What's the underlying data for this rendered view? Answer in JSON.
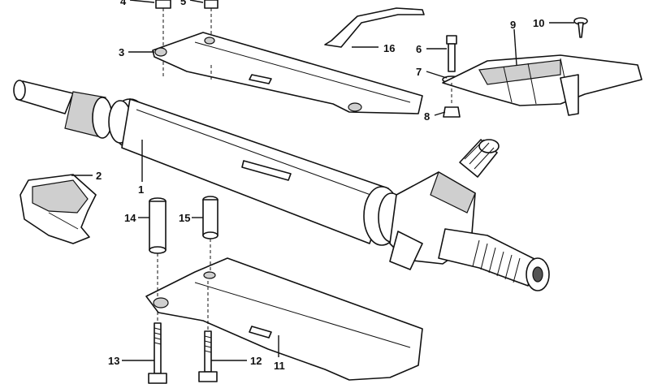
{
  "diagram": {
    "callouts": [
      "1",
      "2",
      "3",
      "4",
      "5",
      "6",
      "7",
      "8",
      "9",
      "10",
      "11",
      "12",
      "13",
      "14",
      "15",
      "16"
    ]
  },
  "colors": {
    "ink": "#111111",
    "paper": "#ffffff",
    "shade": "#cfcfcf"
  }
}
